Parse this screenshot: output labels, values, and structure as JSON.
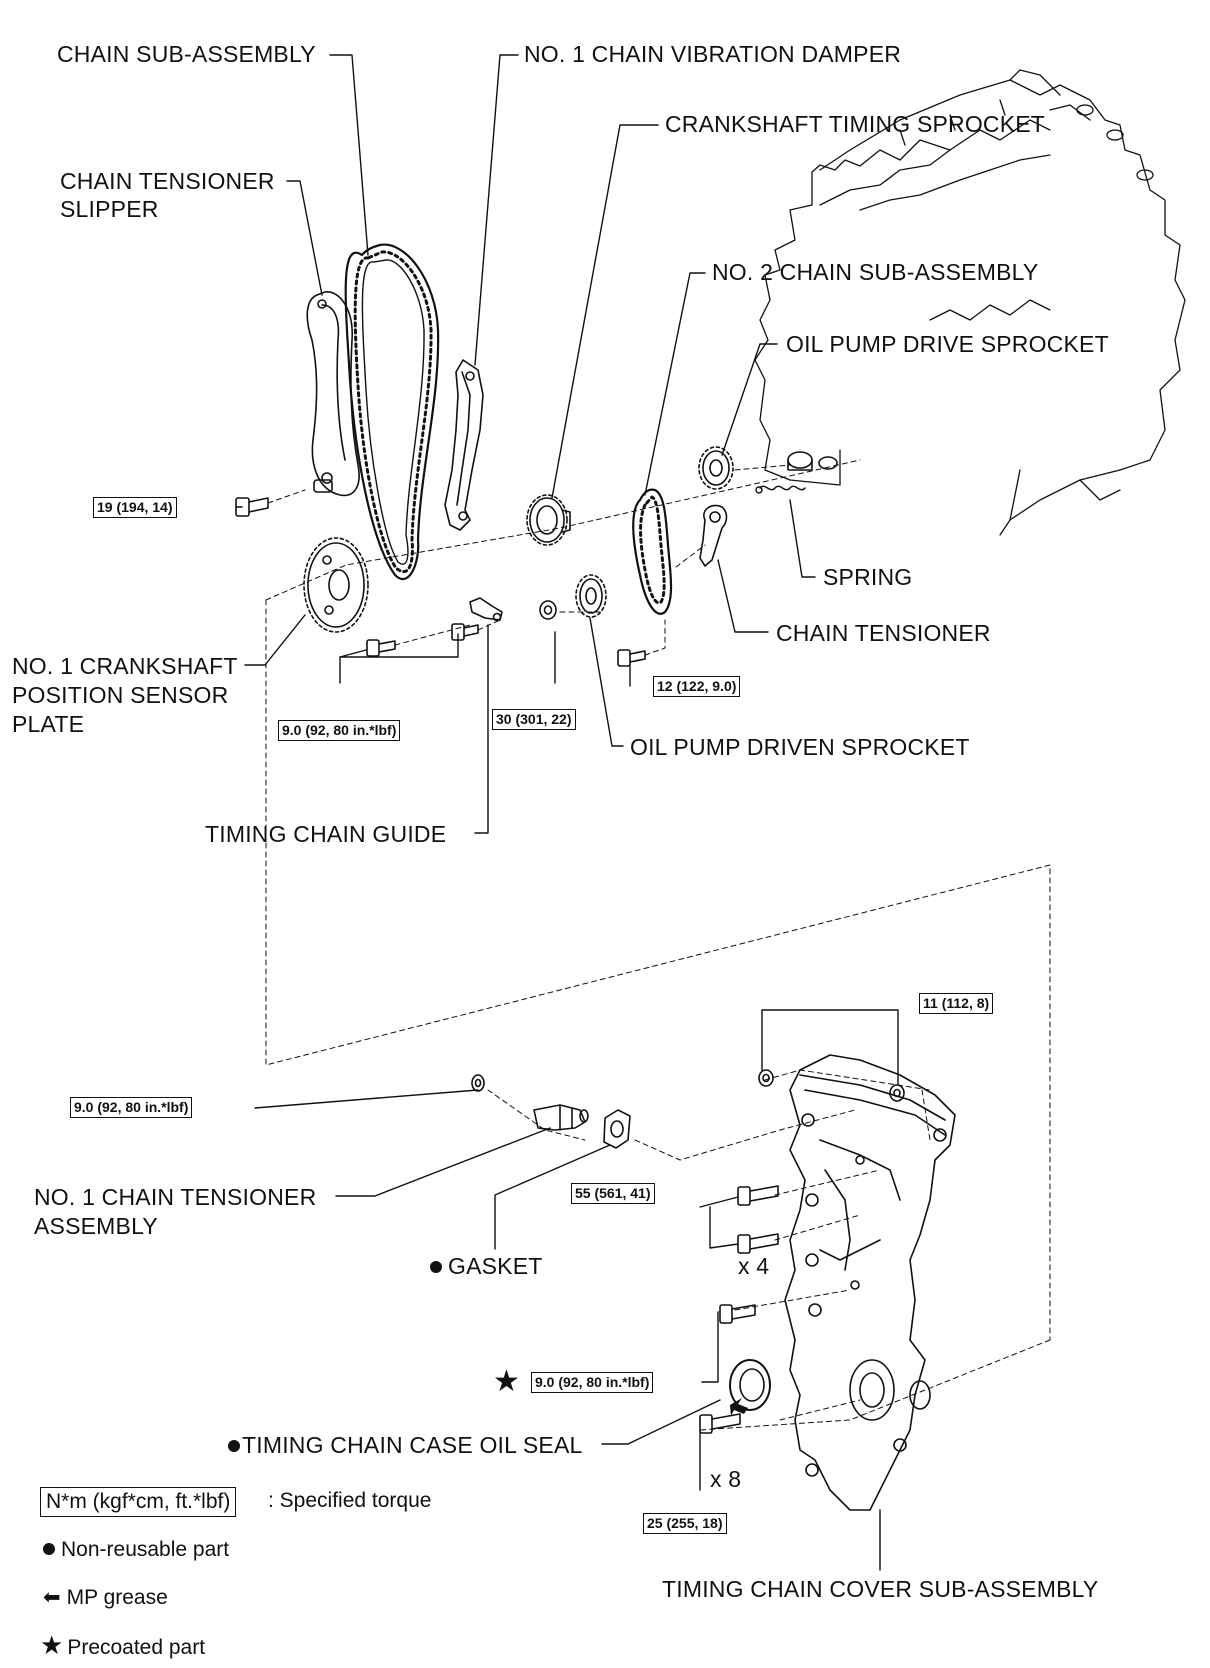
{
  "labels": {
    "chain_sub_assembly": "CHAIN SUB-ASSEMBLY",
    "no1_chain_vibration_damper": "NO. 1 CHAIN VIBRATION DAMPER",
    "crankshaft_timing_sprocket": "CRANKSHAFT TIMING SPROCKET",
    "chain_tensioner_slipper_1": "CHAIN TENSIONER",
    "chain_tensioner_slipper_2": "SLIPPER",
    "no2_chain_sub_assembly": "NO. 2 CHAIN SUB-ASSEMBLY",
    "oil_pump_drive_sprocket": "OIL PUMP DRIVE SPROCKET",
    "spring": "SPRING",
    "chain_tensioner": "CHAIN TENSIONER",
    "no1_crank_sensor_plate_1": "NO. 1 CRANKSHAFT",
    "no1_crank_sensor_plate_2": "POSITION SENSOR",
    "no1_crank_sensor_plate_3": "PLATE",
    "oil_pump_driven_sprocket": "OIL PUMP DRIVEN SPROCKET",
    "timing_chain_guide": "TIMING CHAIN GUIDE",
    "no1_chain_tensioner_assembly_1": "NO. 1 CHAIN TENSIONER",
    "no1_chain_tensioner_assembly_2": "ASSEMBLY",
    "gasket": "GASKET",
    "timing_chain_case_oil_seal": "TIMING CHAIN CASE OIL SEAL",
    "timing_chain_cover_sub_assembly": "TIMING CHAIN COVER SUB-ASSEMBLY",
    "qty_x4": "x 4",
    "qty_x8": "x 8"
  },
  "torques": {
    "slipper_bolt": "19 (194, 14)",
    "sensor_plate_bolts": "9.0 (92, 80 in.*lbf)",
    "driven_sprocket_nut": "30 (301, 22)",
    "tensioner_bolt": "12 (122, 9.0)",
    "cover_nuts": "11 (112, 8)",
    "no1_tensioner_nut": "9.0 (92, 80 in.*lbf)",
    "cover_bolts_a": "55 (561, 41)",
    "cover_bolt_precoated": "9.0 (92, 80 in.*lbf)",
    "cover_bolts_b": "25 (255, 18)"
  },
  "legend": {
    "torque_box": "N*m (kgf*cm, ft.*lbf)",
    "torque_text": ": Specified torque",
    "non_reusable": "Non-reusable part",
    "mp_grease": "MP grease",
    "precoated": "Precoated part"
  }
}
